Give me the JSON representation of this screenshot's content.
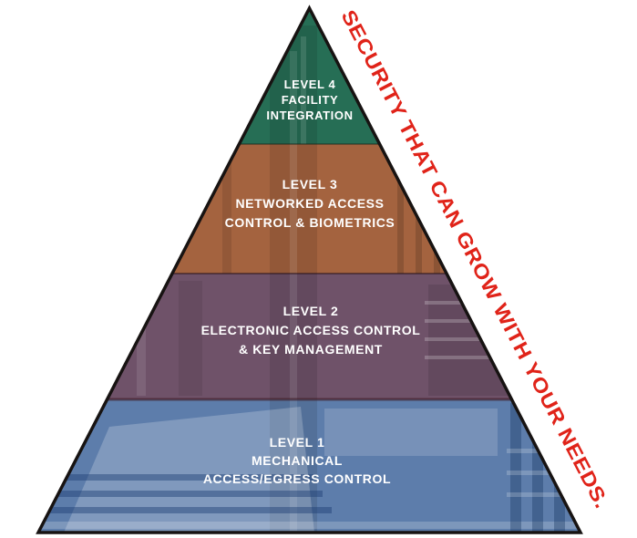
{
  "tagline": {
    "text": "SECURITY THAT CAN GROW WITH YOUR NEEDS.",
    "color": "#e02319"
  },
  "pyramid": {
    "outline_color": "#171312",
    "label_color": "#ffffff",
    "levels": [
      {
        "name": "Level 4",
        "lines": [
          "LEVEL 4",
          "FACILITY",
          "INTEGRATION"
        ],
        "color": "#266e55"
      },
      {
        "name": "Level 3",
        "lines": [
          "LEVEL 3",
          "NETWORKED ACCESS",
          "CONTROL & BIOMETRICS"
        ],
        "color": "#a4633f"
      },
      {
        "name": "Level 2",
        "lines": [
          "LEVEL 2",
          "ELECTRONIC ACCESS CONTROL",
          "& KEY MANAGEMENT"
        ],
        "color": "#6f5269"
      },
      {
        "name": "Level 1",
        "lines": [
          "LEVEL 1",
          "MECHANICAL",
          "ACCESS/EGRESS CONTROL"
        ],
        "color": "#5d7dab"
      }
    ]
  }
}
